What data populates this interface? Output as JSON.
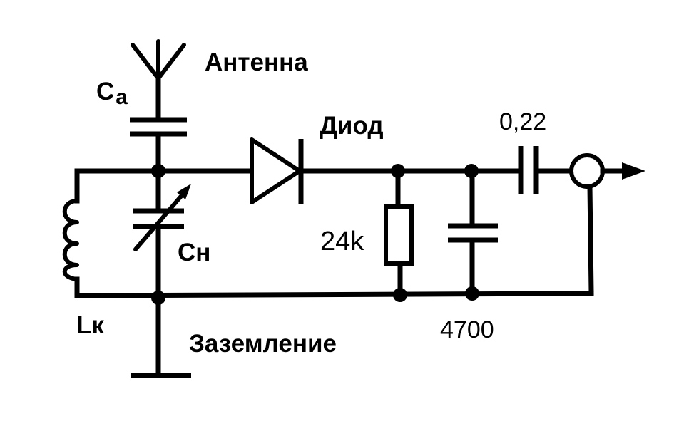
{
  "labels": {
    "antenna": "Антенна",
    "ca_main": "C",
    "ca_sub": "a",
    "diode": "Диод",
    "c_out": "0,22",
    "resistor": "24k",
    "cn": "Cн",
    "lk": "Lк",
    "ground": "Заземление",
    "c_filter": "4700"
  }
}
